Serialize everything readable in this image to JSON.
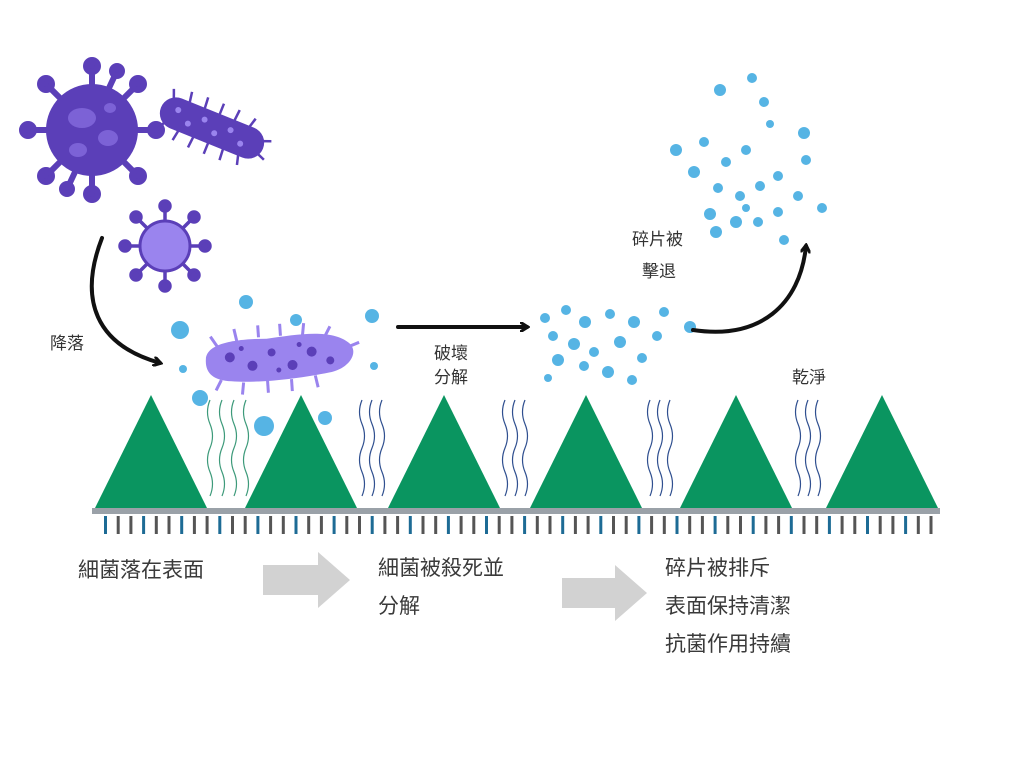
{
  "colors": {
    "germ_dark": "#5b3fb8",
    "germ_light": "#9a84ee",
    "particle": "#56b4e4",
    "pyramid": "#0a9560",
    "substrate": "#9aa1a8",
    "tick_blue": "#1d6b95",
    "tick_dark": "#555555",
    "wave_green": "#3d9a7a",
    "wave_blue": "#2f4f8f",
    "arrow_gray": "#d2d2d2",
    "arrow_black": "#111111"
  },
  "icons": [
    "virus-icon",
    "bacterium-icon",
    "phage-icon",
    "particle-icon"
  ],
  "labels": {
    "fall": "降落",
    "destroy_line1": "破壞",
    "destroy_line2": "分解",
    "repel_line1": "碎片被",
    "repel_line2": "擊退",
    "clean": "乾淨"
  },
  "steps": [
    {
      "lines": [
        "細菌落在表面"
      ]
    },
    {
      "lines": [
        "細菌被殺死並",
        "分解"
      ]
    },
    {
      "lines": [
        "碎片被排斥",
        "表面保持清潔",
        "抗菌作用持續"
      ]
    }
  ]
}
